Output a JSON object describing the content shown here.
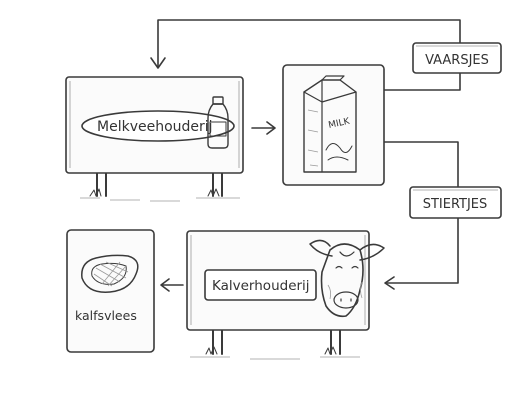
{
  "labels": {
    "dairy_farm": "Melkveehouderij",
    "milk_carton": "MILK",
    "veal_farm": "Kalverhouderij",
    "veal_meat": "kalfsvlees",
    "heifers": "VAARSJES",
    "bull_calves": "STIERTJES"
  },
  "icons": [
    "milk-bottle-icon",
    "milk-carton-icon",
    "calf-head-icon",
    "steak-icon"
  ],
  "colors": {
    "ink": "#3a3a3a",
    "paper": "#ffffff"
  }
}
